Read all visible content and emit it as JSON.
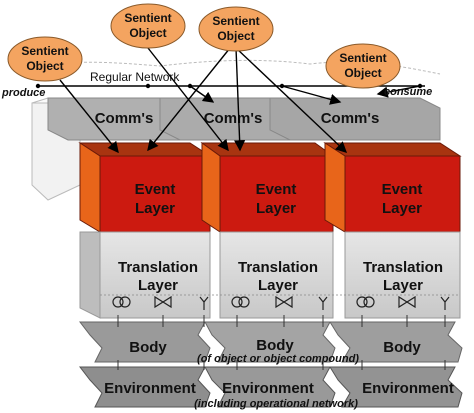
{
  "sentient_objects": [
    "Sentient Object",
    "Sentient Object",
    "Sentient Object",
    "Sentient Object"
  ],
  "labels": {
    "produce": "produce",
    "consume": "consume",
    "regular_network": "Regular Network"
  },
  "layers": {
    "comms": [
      "Comm's",
      "Comm's",
      "Comm's"
    ],
    "event": [
      "Event Layer",
      "Event Layer",
      "Event Layer"
    ],
    "translation": [
      "Translation Layer",
      "Translation Layer",
      "Translation Layer"
    ],
    "body": [
      "Body",
      "Body",
      "Body"
    ],
    "environment": [
      "Environment",
      "Environment",
      "Environment"
    ]
  },
  "notes": {
    "body_note": "(of object or object compound)",
    "environment_note": "(including operational network)"
  },
  "colors": {
    "ellipse_fill": "#F4A460",
    "event_front": "#CC1A10",
    "event_top": "#A83410",
    "event_side": "#E8651A",
    "comms_gray": "#A8A8A8",
    "translation_gray": "#D9D9D9",
    "body_gray": "#9A9A9A",
    "env_gray": "#8C8C8C"
  }
}
